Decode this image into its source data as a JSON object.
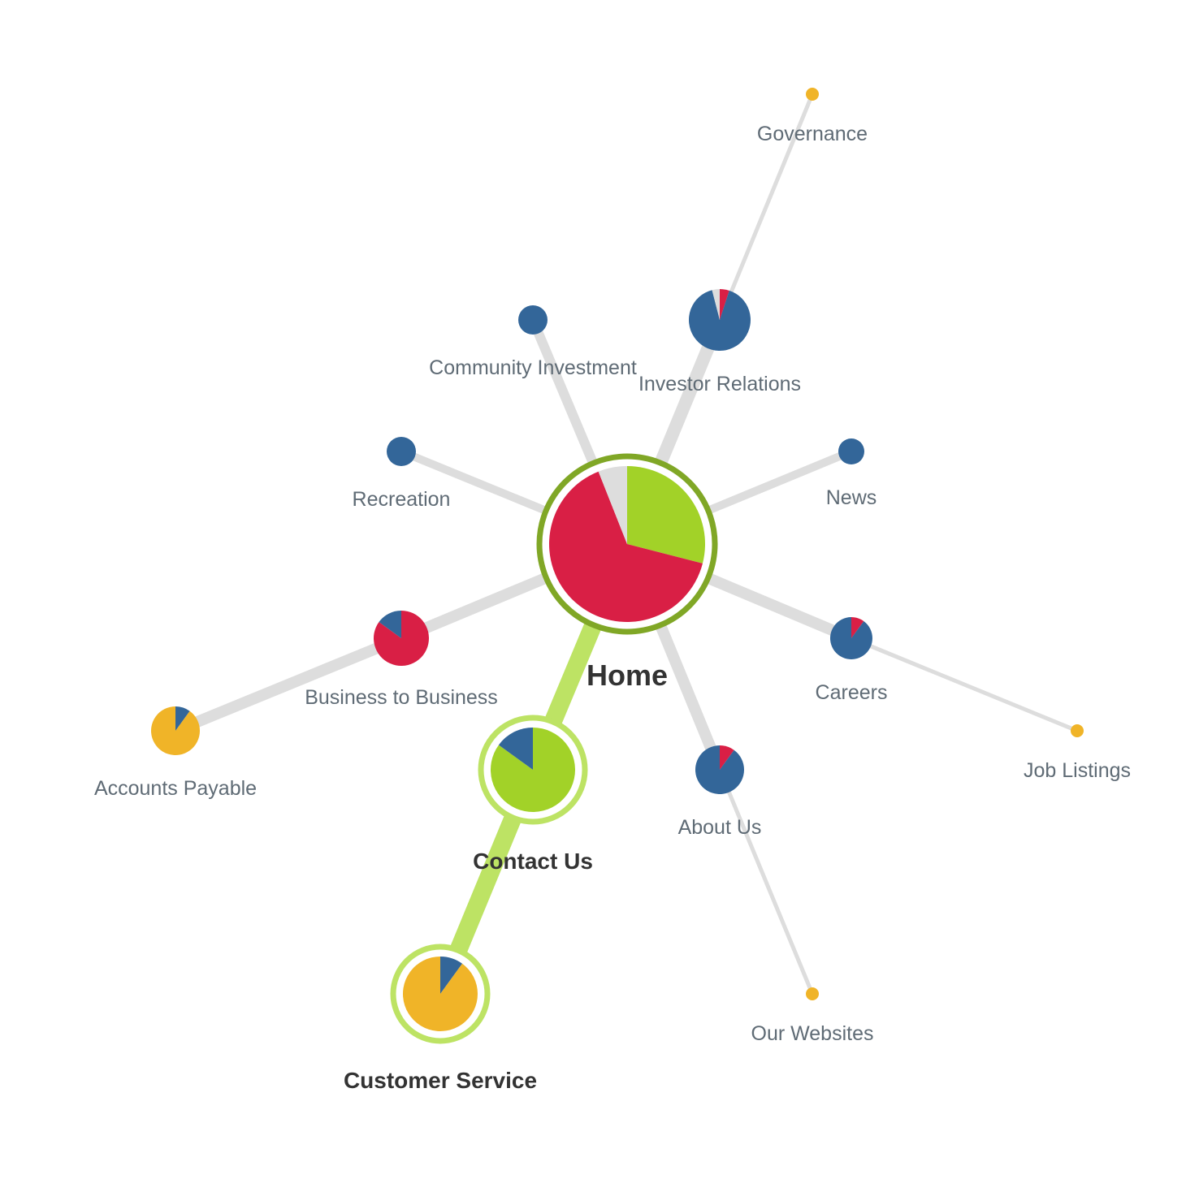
{
  "colors": {
    "red": "#d91f45",
    "green": "#a2d228",
    "blue": "#336699",
    "yellow": "#f0b428",
    "gray": "#dddddd",
    "ring_dark": "#80a726",
    "ring_light": "#bde364"
  },
  "nodes": {
    "home": {
      "label": "Home",
      "slices": [
        {
          "color": "green",
          "value": 0.29
        },
        {
          "color": "red",
          "value": 0.65
        },
        {
          "color": "gray",
          "value": 0.06
        }
      ]
    },
    "investor": {
      "label": "Investor Relations",
      "slices": [
        {
          "color": "red",
          "value": 0.05
        },
        {
          "color": "blue",
          "value": 0.91
        },
        {
          "color": "gray",
          "value": 0.04
        }
      ]
    },
    "governance": {
      "label": "Governance",
      "slices": [
        {
          "color": "yellow",
          "value": 1
        }
      ]
    },
    "community": {
      "label": "Community Investment",
      "slices": [
        {
          "color": "blue",
          "value": 1
        }
      ]
    },
    "recreation": {
      "label": "Recreation",
      "slices": [
        {
          "color": "blue",
          "value": 1
        }
      ]
    },
    "news": {
      "label": "News",
      "slices": [
        {
          "color": "blue",
          "value": 1
        }
      ]
    },
    "b2b": {
      "label": "Business to Business",
      "slices": [
        {
          "color": "red",
          "value": 0.85
        },
        {
          "color": "blue",
          "value": 0.15
        }
      ]
    },
    "ap": {
      "label": "Accounts Payable",
      "slices": [
        {
          "color": "blue",
          "value": 0.1
        },
        {
          "color": "yellow",
          "value": 0.9
        }
      ]
    },
    "careers": {
      "label": "Careers",
      "slices": [
        {
          "color": "red",
          "value": 0.1
        },
        {
          "color": "blue",
          "value": 0.9
        }
      ]
    },
    "jobs": {
      "label": "Job Listings",
      "slices": [
        {
          "color": "yellow",
          "value": 1
        }
      ]
    },
    "about": {
      "label": "About Us",
      "slices": [
        {
          "color": "red",
          "value": 0.1
        },
        {
          "color": "blue",
          "value": 0.9
        }
      ]
    },
    "websites": {
      "label": "Our Websites",
      "slices": [
        {
          "color": "yellow",
          "value": 1
        }
      ]
    },
    "contact": {
      "label": "Contact Us",
      "slices": [
        {
          "color": "green",
          "value": 0.85
        },
        {
          "color": "blue",
          "value": 0.15
        }
      ]
    },
    "customer": {
      "label": "Customer Service",
      "slices": [
        {
          "color": "blue",
          "value": 0.1
        },
        {
          "color": "yellow",
          "value": 0.9
        }
      ]
    }
  },
  "links": [
    [
      "home",
      "investor"
    ],
    [
      "investor",
      "governance"
    ],
    [
      "home",
      "community"
    ],
    [
      "home",
      "recreation"
    ],
    [
      "home",
      "news"
    ],
    [
      "home",
      "b2b"
    ],
    [
      "b2b",
      "ap"
    ],
    [
      "home",
      "careers"
    ],
    [
      "careers",
      "jobs"
    ],
    [
      "home",
      "about"
    ],
    [
      "about",
      "websites"
    ],
    [
      "home",
      "contact"
    ],
    [
      "contact",
      "customer"
    ]
  ]
}
